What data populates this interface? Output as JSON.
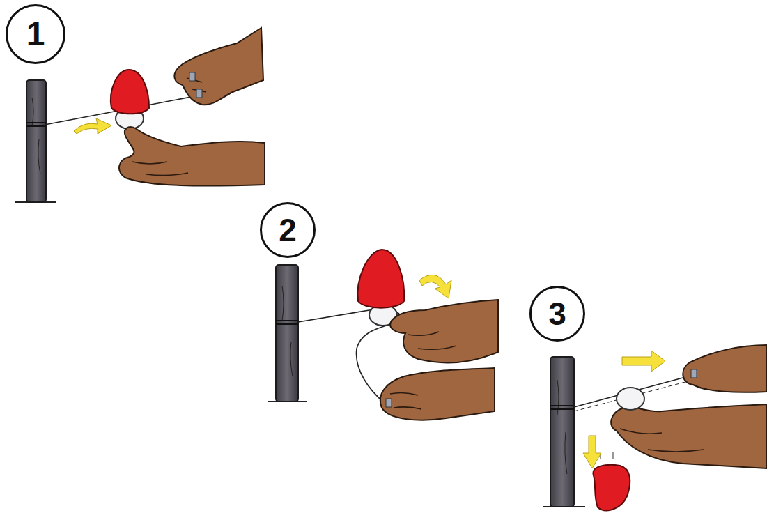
{
  "diagram": {
    "nodes": [
      {
        "text": [
          "1"
        ]
      },
      {
        "text": [
          "2"
        ]
      },
      {
        "text": [
          "3"
        ]
      }
    ]
  }
}
